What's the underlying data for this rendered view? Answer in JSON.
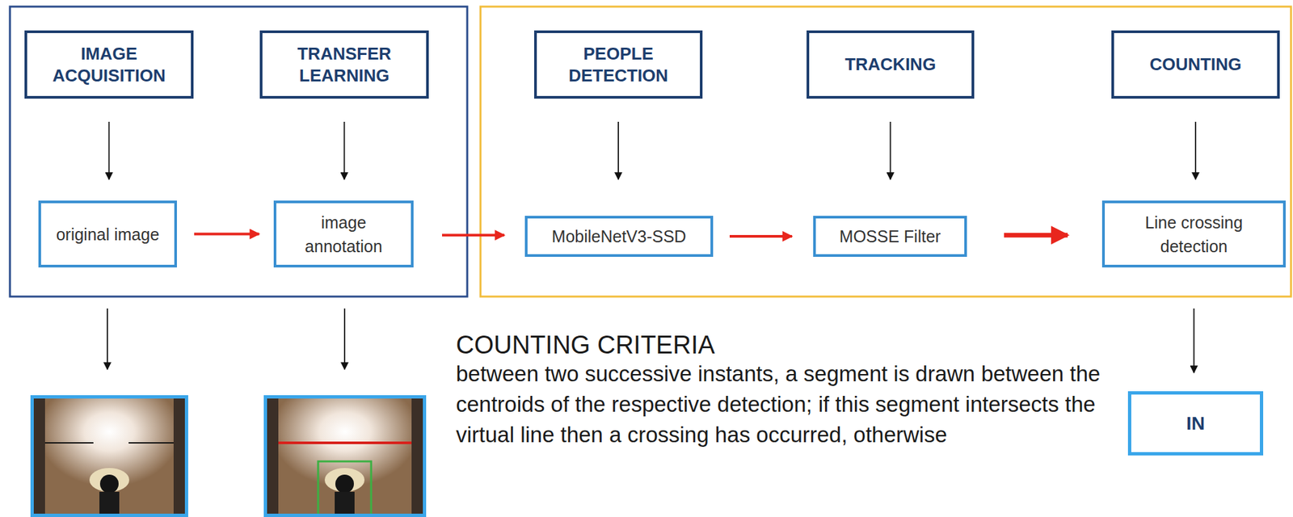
{
  "diagram": {
    "nodes": [
      {
        "text": [
          "IMAGE ACQUISITION"
        ]
      },
      {
        "text": [
          "TRANSFER LEARNING"
        ]
      },
      {
        "text": [
          "PEOPLE DETECTION"
        ]
      },
      {
        "text": [
          "TRACKING"
        ]
      },
      {
        "text": [
          "COUNTING"
        ]
      },
      {
        "text": [
          "original image"
        ]
      },
      {
        "text": [
          "image annotation"
        ]
      },
      {
        "text": [
          "MobileNetV3-SSD"
        ]
      },
      {
        "text": [
          "MOSSE Filter"
        ]
      },
      {
        "text": [
          "Line crossing detection"
        ]
      },
      {
        "text": [
          "IN"
        ]
      }
    ],
    "edges": [
      {
        "from": 0,
        "to": 5,
        "arrow": "to"
      },
      {
        "from": 1,
        "to": 6,
        "arrow": "to"
      },
      {
        "from": 2,
        "to": 7,
        "arrow": "to"
      },
      {
        "from": 3,
        "to": 8,
        "arrow": "to"
      },
      {
        "from": 4,
        "to": 9,
        "arrow": "to"
      },
      {
        "from": 5,
        "to": 6,
        "arrow": "to"
      },
      {
        "from": 6,
        "to": 7,
        "arrow": "to"
      },
      {
        "from": 7,
        "to": 8,
        "arrow": "to"
      },
      {
        "from": 8,
        "to": 9,
        "arrow": "to"
      },
      {
        "from": 9,
        "to": 10,
        "arrow": "to"
      }
    ],
    "labels": [
      "COUNTING CRITERIA",
      "between two successive instants, a segment is drawn between the centroids of the respective detection; if this segment intersects the virtual line then a crossing has occurred, otherwise"
    ]
  }
}
